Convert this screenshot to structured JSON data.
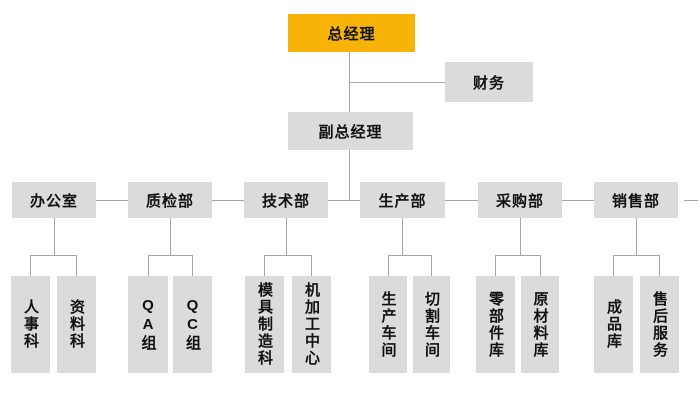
{
  "org": {
    "root": {
      "label": "总经理"
    },
    "finance": {
      "label": "财务"
    },
    "deputy": {
      "label": "副总经理"
    },
    "departments": [
      {
        "label": "办公室",
        "children": [
          "人事科",
          "资料科"
        ]
      },
      {
        "label": "质检部",
        "children": [
          "QA组",
          "QC组"
        ]
      },
      {
        "label": "技术部",
        "children": [
          "模具制造科",
          "机加工中心"
        ]
      },
      {
        "label": "生产部",
        "children": [
          "生产车间",
          "切割车间"
        ]
      },
      {
        "label": "采购部",
        "children": [
          "零部件库",
          "原材料库"
        ]
      },
      {
        "label": "销售部",
        "children": [
          "成品库",
          "售后服务"
        ]
      }
    ],
    "colors": {
      "root_node": "#F7B308",
      "node": "#DBDBDB",
      "connector": "#A6A6A6",
      "text": "#111111",
      "background": "#FFFFFF"
    }
  }
}
